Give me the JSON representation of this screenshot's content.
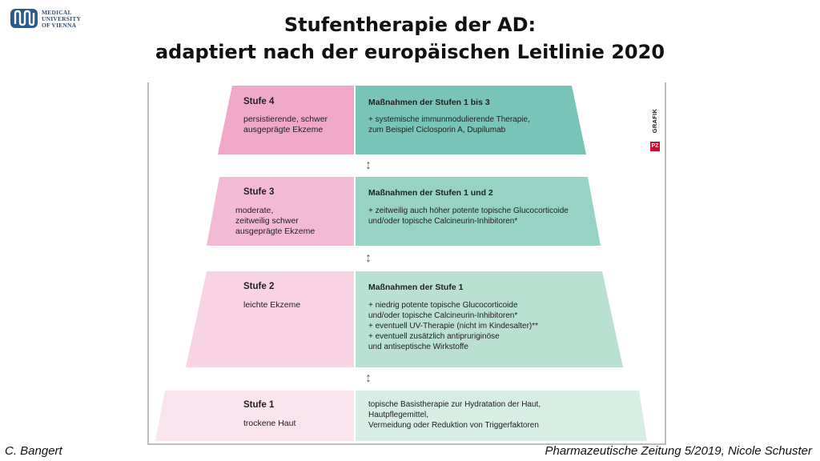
{
  "logo": {
    "line1": "MEDICAL",
    "line2": "UNIVERSITY",
    "line3": "OF VIENNA",
    "color": "#2b5a8c"
  },
  "title": {
    "line1": "Stufentherapie der AD:",
    "line2": "adaptiert nach der europäischen Leitlinie 2020"
  },
  "diagram": {
    "badge": {
      "box": "PZ",
      "text": "GRAFIK"
    },
    "stages": [
      {
        "title": "Stufe 4",
        "desc": [
          "persistierende, schwer",
          "ausgeprägte Ekzeme"
        ],
        "measures_title": "Maßnahmen der Stufen 1 bis 3",
        "measures": [
          "+  systemische immunmodulierende Therapie,",
          "    zum Beispiel Ciclosporin A, Dupilumab"
        ],
        "pink": "#f0a8c8",
        "green": "#78c4b8"
      },
      {
        "title": "Stufe 3",
        "desc": [
          "moderate,",
          "zeitweilig schwer",
          "ausgeprägte Ekzeme"
        ],
        "measures_title": "Maßnahmen der Stufen 1 und 2",
        "measures": [
          "+  zeitweilig auch höher potente topische Glucocorticoide",
          "    und/oder topische Calcineurin-Inhibitoren*"
        ],
        "pink": "#f3bad5",
        "green": "#98d2c5"
      },
      {
        "title": "Stufe 2",
        "desc": [
          "leichte Ekzeme"
        ],
        "measures_title": "Maßnahmen der Stufe 1",
        "measures": [
          "+  niedrig potente topische Glucocorticoide",
          "    und/oder topische Calcineurin-Inhibitoren*",
          "+  eventuell UV-Therapie (nicht im Kindesalter)**",
          "+  eventuell zusätzlich antipruriginöse",
          "    und antiseptische Wirkstoffe"
        ],
        "pink": "#f7d3e4",
        "green": "#b9e0d1"
      },
      {
        "title": "Stufe 1",
        "desc": [
          "trockene Haut"
        ],
        "measures_title": "",
        "measures": [
          "topische Basistherapie zur Hydratation der Haut,",
          "Hautpflegemittel,",
          "Vermeidung oder Reduktion von Triggerfaktoren"
        ],
        "pink": "#fae4ee",
        "green": "#d6eee4"
      }
    ],
    "arrow_symbol": "↕"
  },
  "footer": {
    "left": "C. Bangert",
    "right": "Pharmazeutische Zeitung 5/2019, Nicole Schuster"
  }
}
